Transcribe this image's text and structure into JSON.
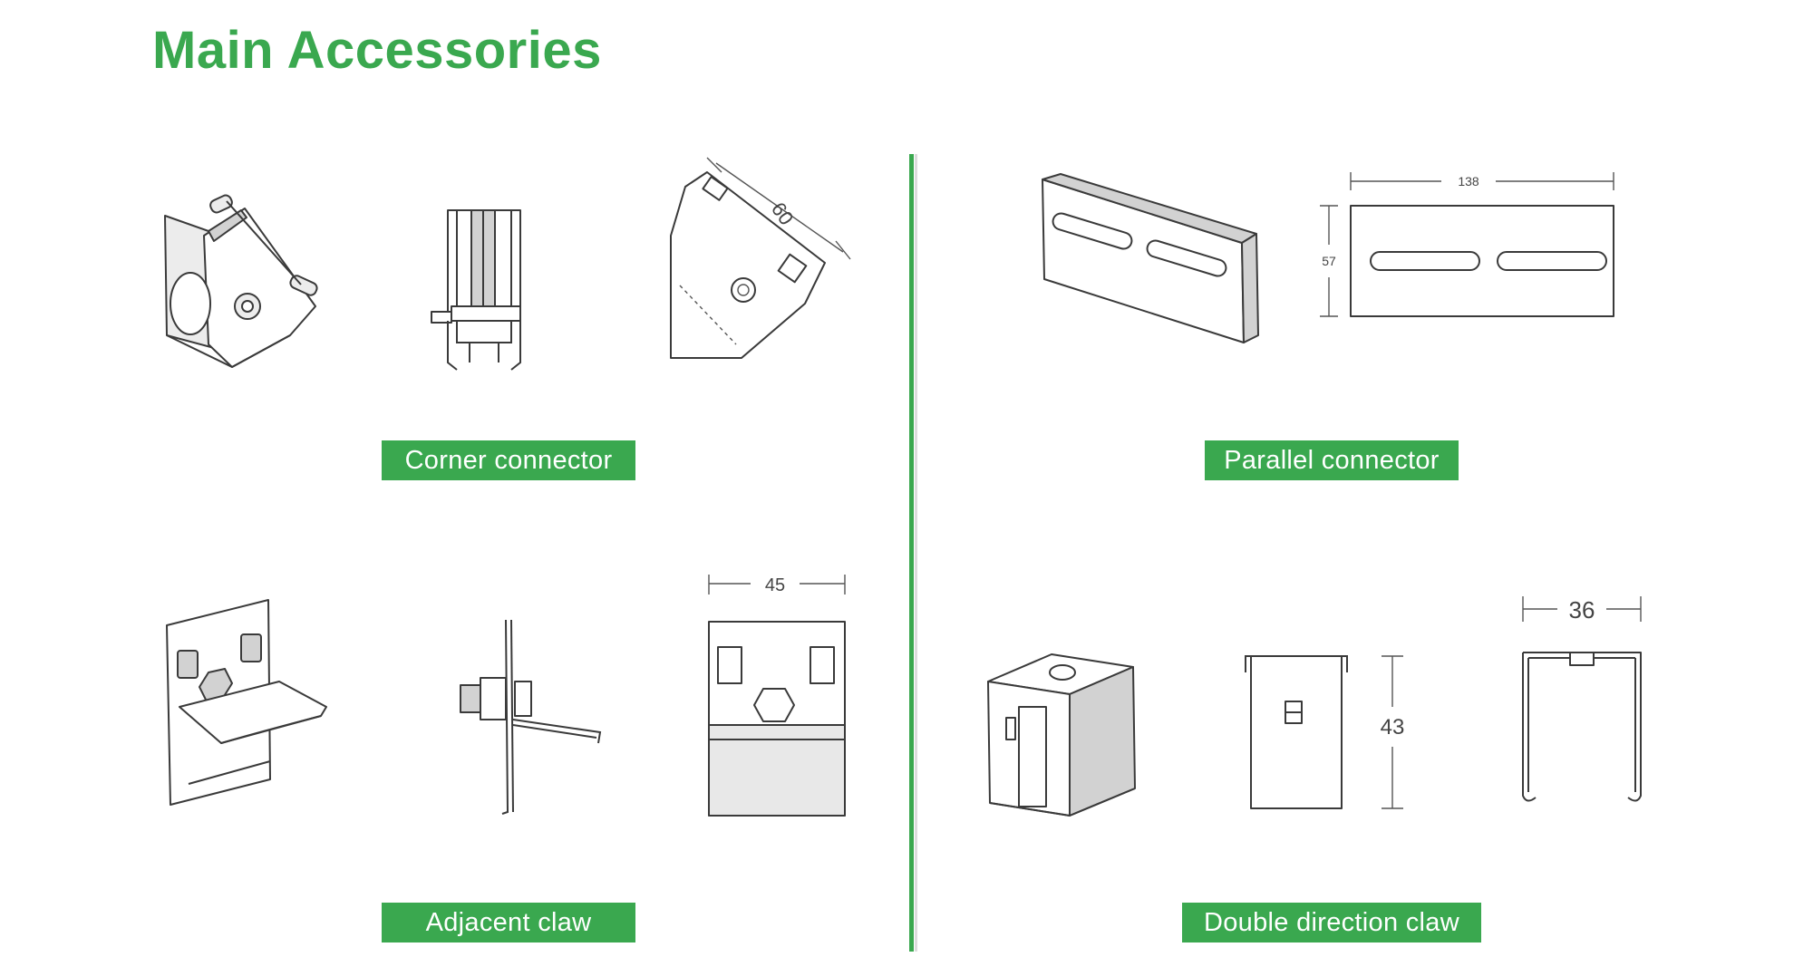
{
  "header": {
    "title": "Main Accessories"
  },
  "sections": {
    "corner_connector": {
      "label": "Corner connector",
      "dimension": "60"
    },
    "parallel_connector": {
      "label": "Parallel connector",
      "dimension_width": "138",
      "dimension_height": "57"
    },
    "adjacent_claw": {
      "label": "Adjacent claw",
      "dimension": "45"
    },
    "double_direction_claw": {
      "label": "Double direction claw",
      "dimension_height": "43",
      "dimension_width": "36"
    }
  },
  "colors": {
    "accent": "#3aa84f",
    "label_text": "#ffffff",
    "line": "#3a3a3a"
  }
}
